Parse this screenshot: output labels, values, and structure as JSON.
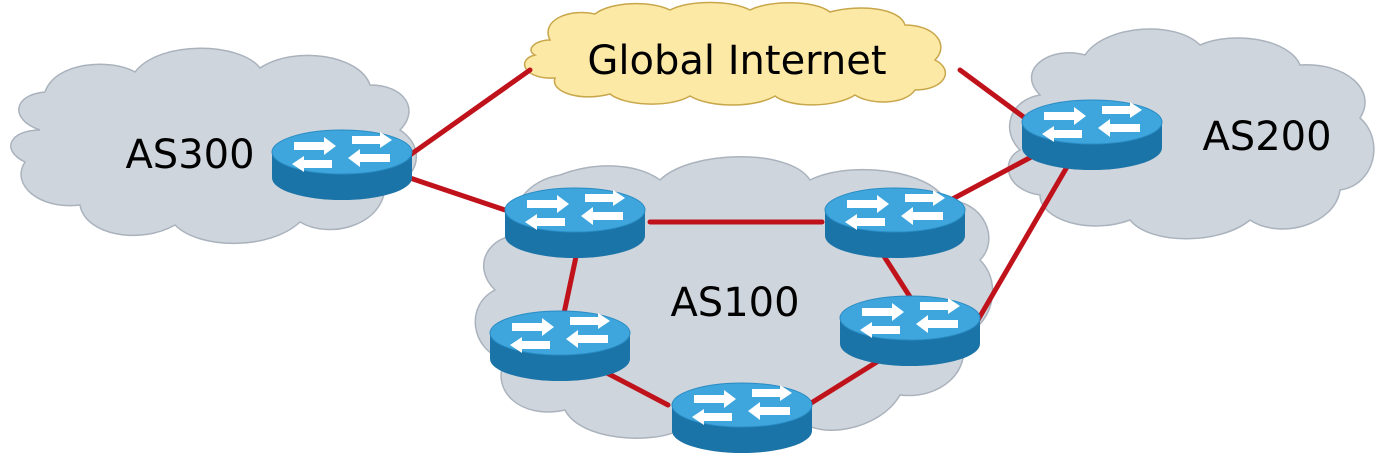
{
  "diagram": {
    "colors": {
      "cloud_gray": "#cfd5dc",
      "cloud_stroke": "#aab3bd",
      "internet_fill": "#fde9a6",
      "internet_stroke": "#c8a64a",
      "link": "#c0121b",
      "router_body": "#1b74a7",
      "router_top": "#3ea6dd",
      "router_arrow": "#ffffff"
    },
    "clouds": [
      {
        "id": "internet",
        "label": "Global Internet"
      },
      {
        "id": "as300",
        "label": "AS300"
      },
      {
        "id": "as200",
        "label": "AS200"
      },
      {
        "id": "as100",
        "label": "AS100"
      }
    ],
    "routers": [
      {
        "id": "r-as300",
        "icon": "router-icon"
      },
      {
        "id": "r-as200",
        "icon": "router-icon"
      },
      {
        "id": "r-as100-nw",
        "icon": "router-icon"
      },
      {
        "id": "r-as100-ne",
        "icon": "router-icon"
      },
      {
        "id": "r-as100-w",
        "icon": "router-icon"
      },
      {
        "id": "r-as100-e",
        "icon": "router-icon"
      },
      {
        "id": "r-as100-s",
        "icon": "router-icon"
      }
    ],
    "links": [
      {
        "from": "r-as300",
        "to": "internet"
      },
      {
        "from": "r-as200",
        "to": "internet"
      },
      {
        "from": "r-as300",
        "to": "r-as100-nw"
      },
      {
        "from": "r-as100-nw",
        "to": "r-as100-ne"
      },
      {
        "from": "r-as100-ne",
        "to": "r-as200"
      },
      {
        "from": "r-as100-e",
        "to": "r-as200"
      },
      {
        "from": "r-as100-nw",
        "to": "r-as100-w"
      },
      {
        "from": "r-as100-w",
        "to": "r-as100-s"
      },
      {
        "from": "r-as100-s",
        "to": "r-as100-e"
      },
      {
        "from": "r-as100-ne",
        "to": "r-as100-e"
      }
    ]
  }
}
